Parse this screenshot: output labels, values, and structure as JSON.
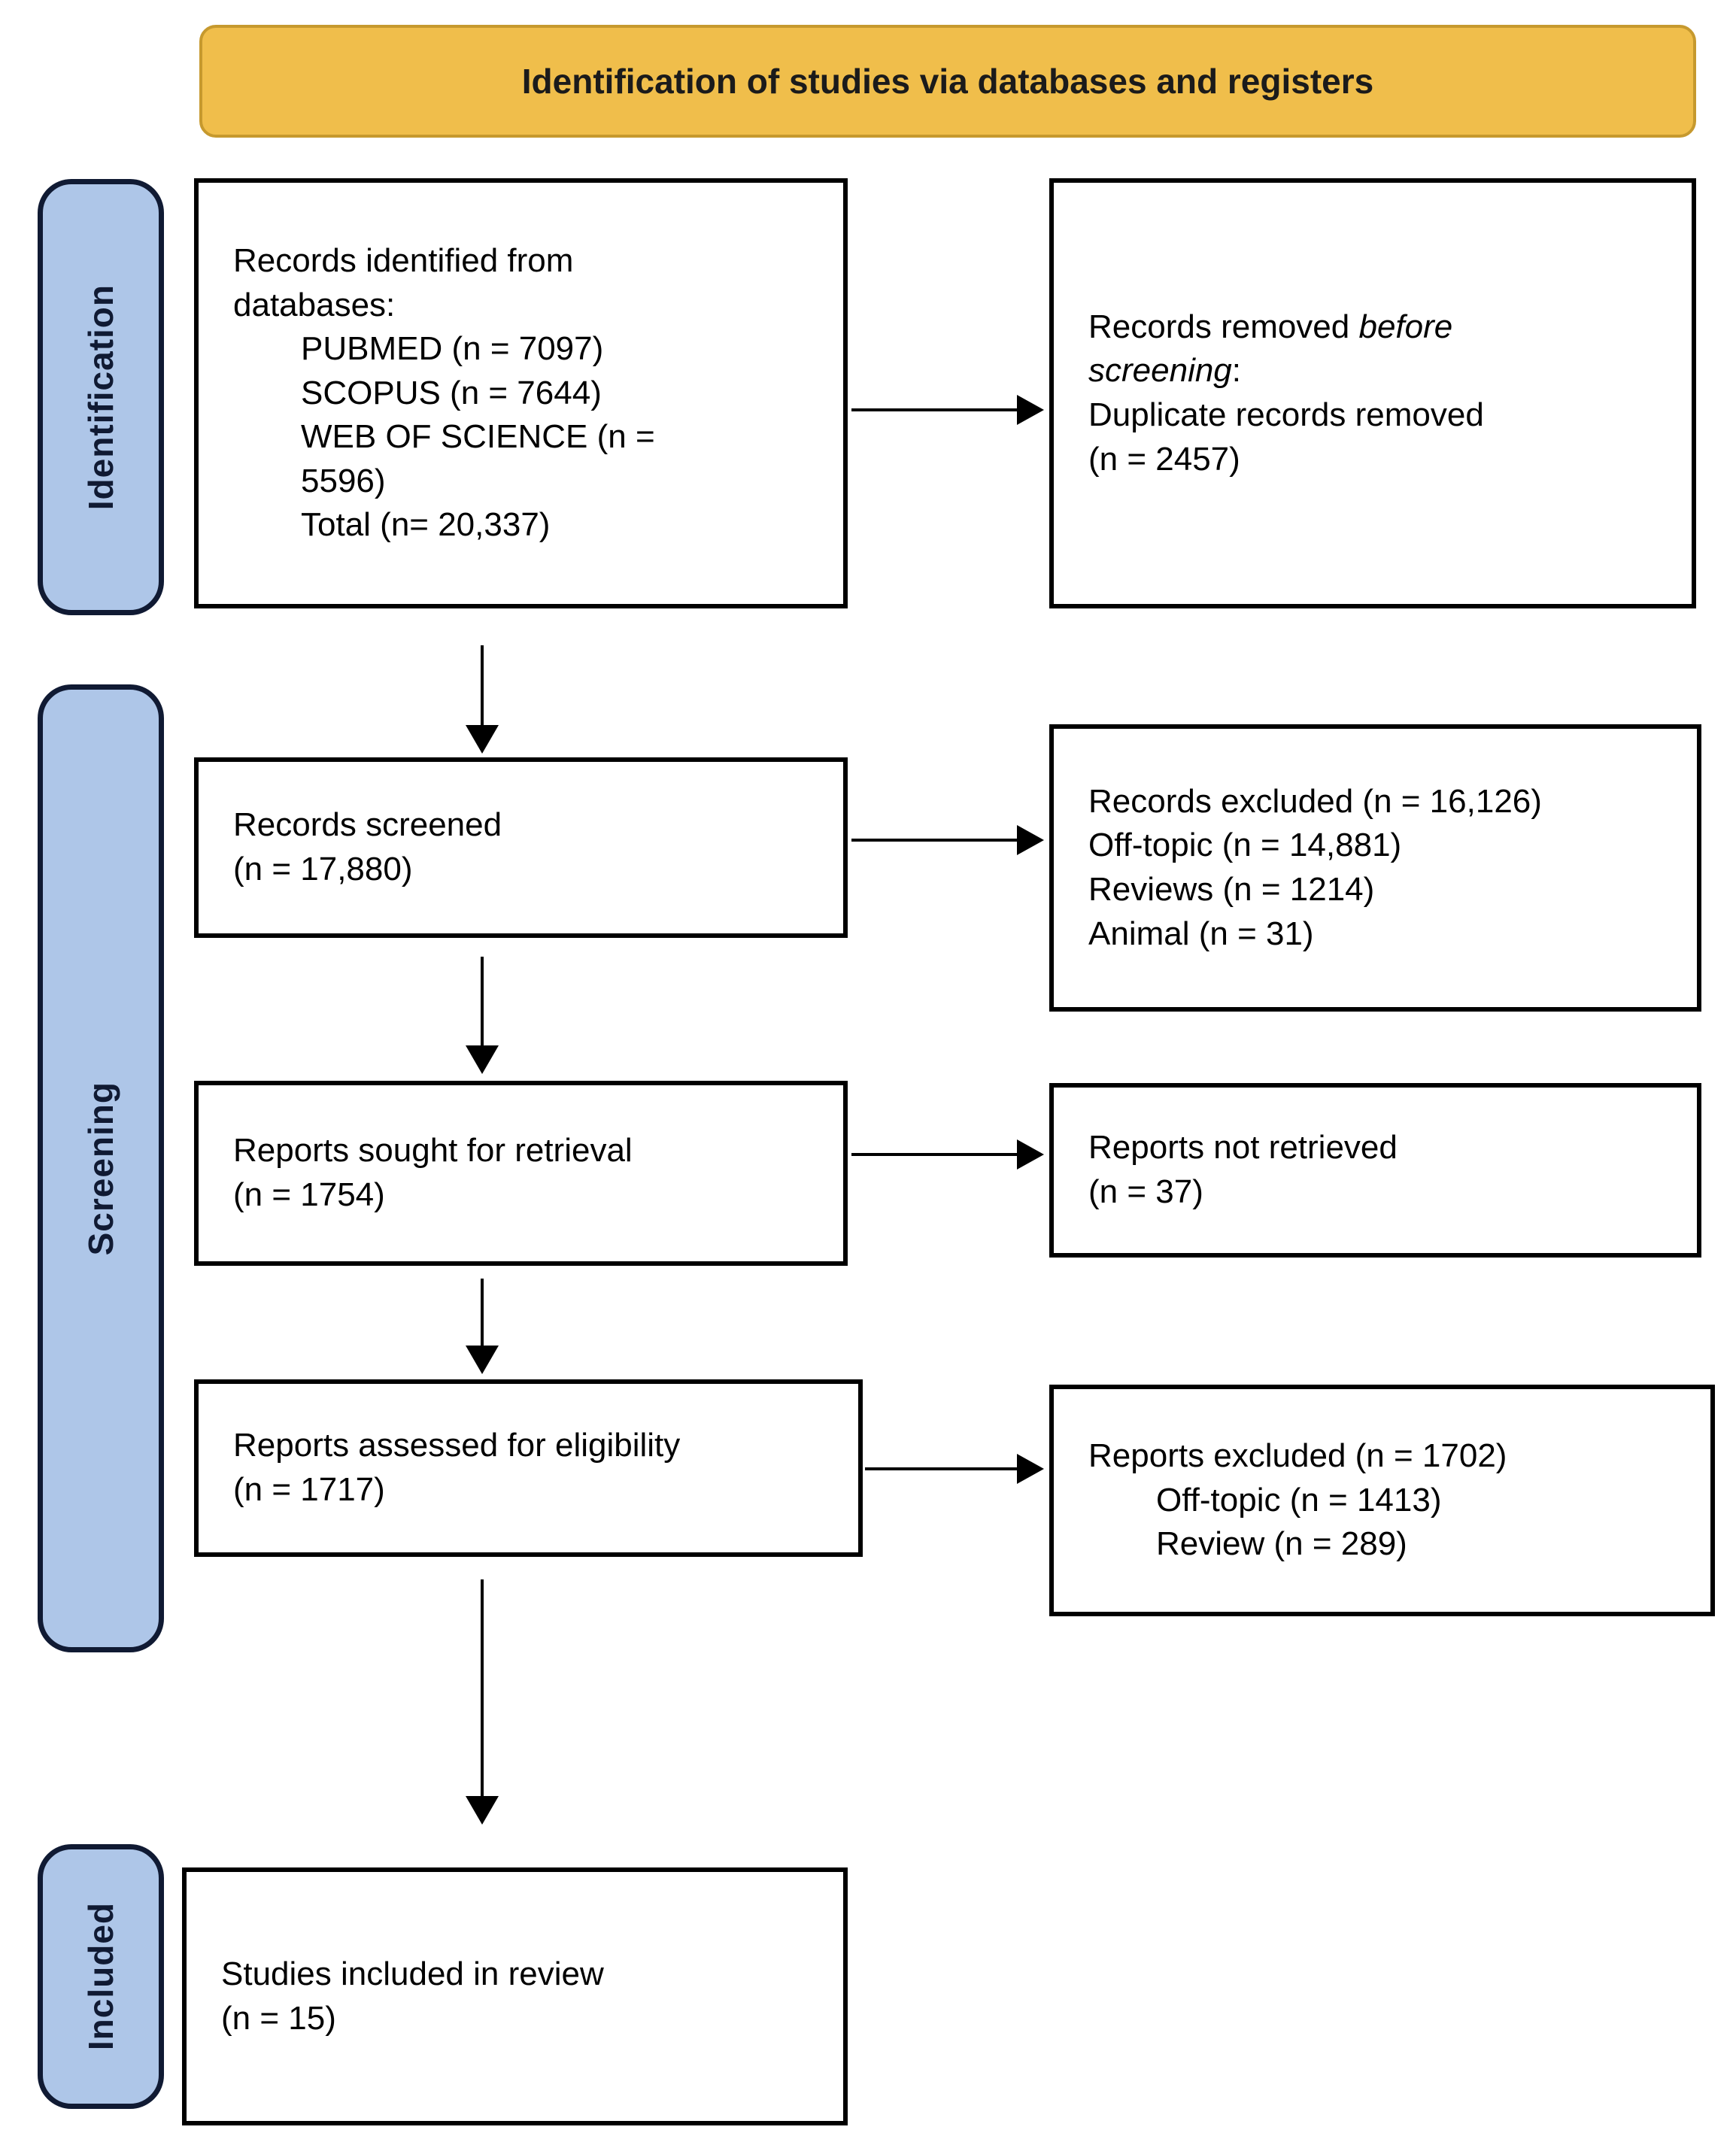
{
  "title": "Identification of studies via databases and registers",
  "sidebar": {
    "identification": "Identification",
    "screening": "Screening",
    "included": "Included"
  },
  "boxes": {
    "identified": {
      "lines": [
        "Records identified from",
        "databases:",
        "PUBMED (n = 7097)",
        "SCOPUS (n = 7644)",
        "WEB OF SCIENCE (n =",
        "5596)",
        "Total (n= 20,337)"
      ]
    },
    "removed": {
      "l1a": "Records removed ",
      "l1b": "before",
      "l2a": "screening",
      "l2b": ":",
      "l3": "Duplicate records removed",
      "l4": "(n = 2457)"
    },
    "screened": {
      "lines": [
        "Records screened",
        "(n = 17,880)"
      ]
    },
    "records_excluded": {
      "lines": [
        "Records excluded (n = 16,126)",
        "Off-topic (n = 14,881)",
        "Reviews (n = 1214)",
        "Animal (n = 31)"
      ]
    },
    "sought": {
      "lines": [
        "Reports sought for retrieval",
        "(n = 1754)"
      ]
    },
    "not_retrieved": {
      "lines": [
        "Reports not retrieved",
        "(n = 37)"
      ]
    },
    "assessed": {
      "lines": [
        "Reports assessed for eligibility",
        "(n = 1717)"
      ]
    },
    "reports_excluded": {
      "lines": [
        "Reports excluded (n = 1702)",
        "Off-topic (n = 1413)",
        "Review (n = 289)"
      ]
    },
    "included_box": {
      "lines": [
        "Studies included in review",
        "(n = 15)"
      ]
    }
  },
  "colors": {
    "banner_fill": "#F0BE4B",
    "banner_border": "#C6992E",
    "banner_text": "#1b1b1b",
    "stage_fill": "#AEC6E8",
    "stage_border": "#101A33",
    "box_border": "#000000"
  }
}
